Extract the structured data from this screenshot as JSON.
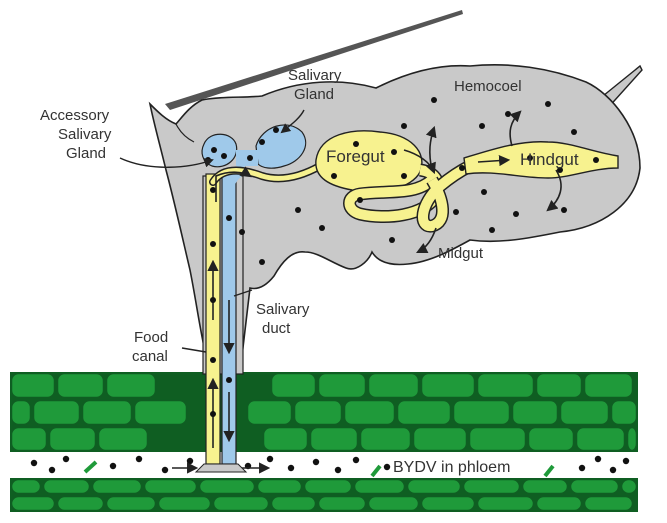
{
  "labels": {
    "salivary_gland": [
      "Salivary",
      "Gland"
    ],
    "accessory_salivary_gland": [
      "Accessory",
      "Salivary",
      "Gland"
    ],
    "hemocoel": "Hemocoel",
    "foregut": "Foregut",
    "hindgut": "Hindgut",
    "midgut": "Midgut",
    "salivary_duct": [
      "Salivary",
      "duct"
    ],
    "food_canal": [
      "Food",
      "canal"
    ],
    "bydv": "BYDV in phloem"
  },
  "colors": {
    "body": "#c9c9c9",
    "gut": "#f7f28f",
    "saliva": "#9fc9ea",
    "leaf": "#1f9a3a",
    "leaf_edge": "#0f5e22",
    "phloem": "#ffffff",
    "ink": "#222222"
  }
}
